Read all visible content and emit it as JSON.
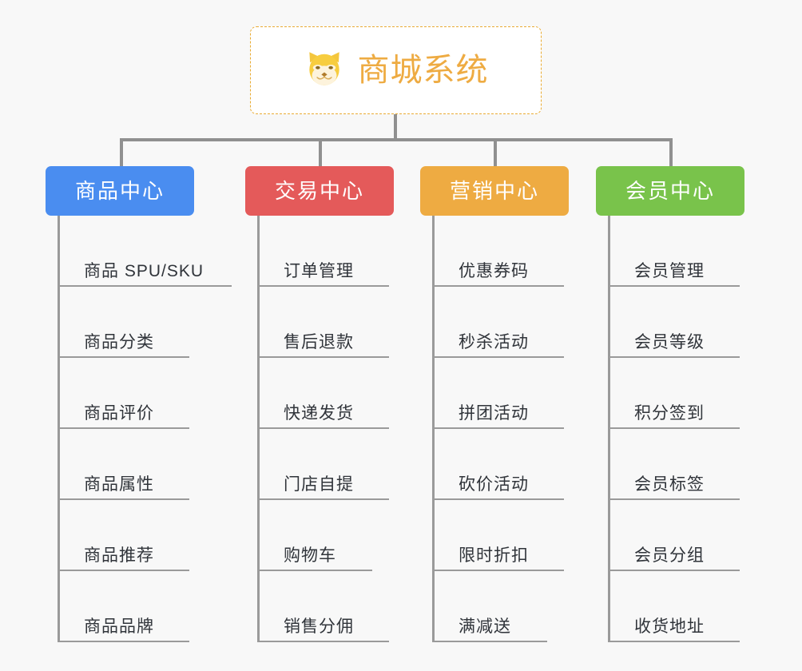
{
  "diagram": {
    "type": "mindmap",
    "background_color": "#f8f8f8",
    "root": {
      "title": "商城系统",
      "icon": "shiba-dog-icon",
      "text_color": "#eeab42",
      "border_color": "#e9ab33",
      "background_color": "#ffffff"
    },
    "connector_color": "#909090",
    "branches": [
      {
        "label": "商品中心",
        "color": "#4a8df0",
        "items": [
          "商品 SPU/SKU",
          "商品分类",
          "商品评价",
          "商品属性",
          "商品推荐",
          "商品品牌"
        ]
      },
      {
        "label": "交易中心",
        "color": "#e45a5a",
        "items": [
          "订单管理",
          "售后退款",
          "快递发货",
          "门店自提",
          "购物车",
          "销售分佣"
        ]
      },
      {
        "label": "营销中心",
        "color": "#eeab42",
        "items": [
          "优惠券码",
          "秒杀活动",
          "拼团活动",
          "砍价活动",
          "限时折扣",
          "满减送"
        ]
      },
      {
        "label": "会员中心",
        "color": "#79c34b",
        "items": [
          "会员管理",
          "会员等级",
          "积分签到",
          "会员标签",
          "会员分组",
          "收货地址"
        ]
      }
    ]
  }
}
